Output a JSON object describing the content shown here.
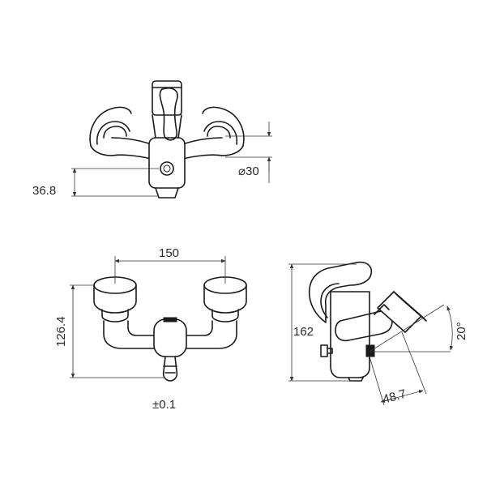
{
  "dimensions": {
    "top_offset": "36.8",
    "top_diameter": "⌀30",
    "front_width": "150",
    "front_height": "126.4",
    "front_tolerance": "±0.1",
    "side_height": "162",
    "side_angle": "20°",
    "side_depth": "48.7"
  },
  "colors": {
    "line": "#1a1a1a",
    "dimension": "#333333",
    "background": "#ffffff"
  }
}
